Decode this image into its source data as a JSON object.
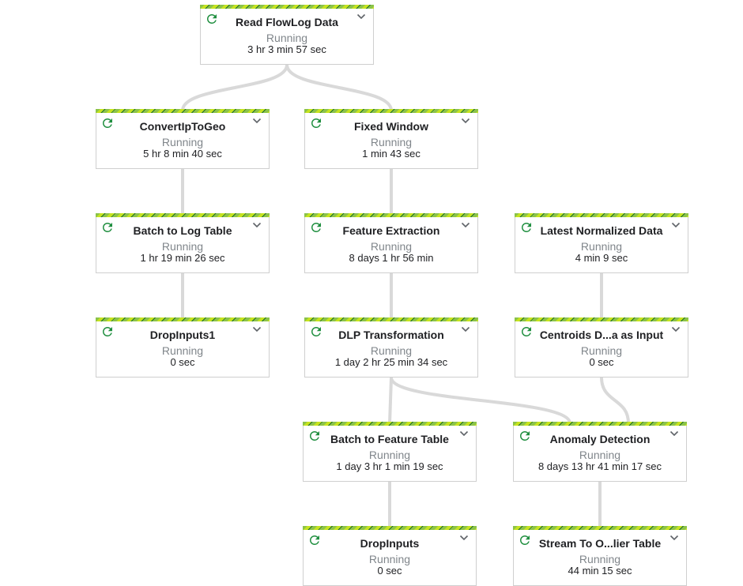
{
  "colors": {
    "edge": "#d9d9d9",
    "icon": "#1e8e3e",
    "stripe_light": "#c6e31e",
    "stripe_mid": "#8bc34a",
    "stripe_dark": "#1b6b2f"
  },
  "nodes": [
    {
      "id": "read",
      "title": "Read FlowLog Data",
      "status": "Running",
      "time": "3 hr 3 min 57 sec"
    },
    {
      "id": "geo",
      "title": "ConvertIpToGeo",
      "status": "Running",
      "time": "5 hr 8 min 40 sec"
    },
    {
      "id": "window",
      "title": "Fixed Window",
      "status": "Running",
      "time": "1 min 43 sec"
    },
    {
      "id": "batchlog",
      "title": "Batch to Log Table",
      "status": "Running",
      "time": "1 hr 19 min 26 sec"
    },
    {
      "id": "feature",
      "title": "Feature Extraction",
      "status": "Running",
      "time": "8 days 1 hr 56 min"
    },
    {
      "id": "latest",
      "title": "Latest Normalized Data",
      "status": "Running",
      "time": "4 min 9 sec"
    },
    {
      "id": "drop1",
      "title": "DropInputs1",
      "status": "Running",
      "time": "0 sec"
    },
    {
      "id": "dlp",
      "title": "DLP Transformation",
      "status": "Running",
      "time": "1 day 2 hr 25 min 34 sec"
    },
    {
      "id": "centroids",
      "title": "Centroids D...a as Input",
      "status": "Running",
      "time": "0 sec"
    },
    {
      "id": "batchfeat",
      "title": "Batch to Feature Table",
      "status": "Running",
      "time": "1 day 3 hr 1 min 19 sec"
    },
    {
      "id": "anomaly",
      "title": "Anomaly Detection",
      "status": "Running",
      "time": "8 days 13 hr 41 min 17 sec"
    },
    {
      "id": "drop",
      "title": "DropInputs",
      "status": "Running",
      "time": "0 sec"
    },
    {
      "id": "stream",
      "title": "Stream To O...lier Table",
      "status": "Running",
      "time": "44 min 15 sec"
    }
  ],
  "edges": [
    [
      "read",
      "geo"
    ],
    [
      "read",
      "window"
    ],
    [
      "geo",
      "batchlog"
    ],
    [
      "window",
      "feature"
    ],
    [
      "batchlog",
      "drop1"
    ],
    [
      "feature",
      "dlp"
    ],
    [
      "latest",
      "centroids"
    ],
    [
      "dlp",
      "batchfeat"
    ],
    [
      "dlp",
      "anomaly"
    ],
    [
      "centroids",
      "anomaly"
    ],
    [
      "batchfeat",
      "drop"
    ],
    [
      "anomaly",
      "stream"
    ]
  ]
}
